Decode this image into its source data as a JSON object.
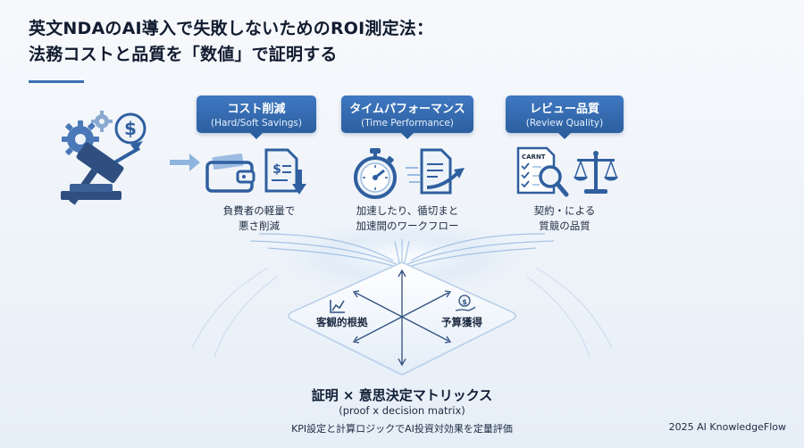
{
  "header": {
    "title_line1": "英文NDAのAI導入で失敗しないためのROI測定法：",
    "title_line2": "法務コストと品質を「数値」で証明する"
  },
  "categories": [
    {
      "label": "コスト削減",
      "sublabel": "(Hard/Soft Savings)",
      "desc1": "負費者の軽量で",
      "desc2": "悪さ削減"
    },
    {
      "label": "タイムパフォーマンス",
      "sublabel": "(Time Performance)",
      "desc1": "加速したり、循切まと",
      "desc2": "加速間のワークフロー"
    },
    {
      "label": "レビュー品質",
      "sublabel": "(Review Quality)",
      "desc1": "契約・による",
      "desc2": "質競の品質"
    }
  ],
  "icon_text": {
    "checklist": "CARNT"
  },
  "matrix": {
    "left_label": "客観的根拠",
    "right_label": "予算獲得",
    "title": "証明 × 意思決定マトリックス",
    "subtitle": "(proof x decision matrix)",
    "note": "KPI設定と計算ロジックでAI投資対効果を定量評価"
  },
  "footer": {
    "credit": "2025 AI KnowledgeFlow"
  },
  "colors": {
    "accent": "#3a6fb3",
    "dark_blue": "#2c5f9f",
    "icon_blue": "#3d6fae"
  }
}
